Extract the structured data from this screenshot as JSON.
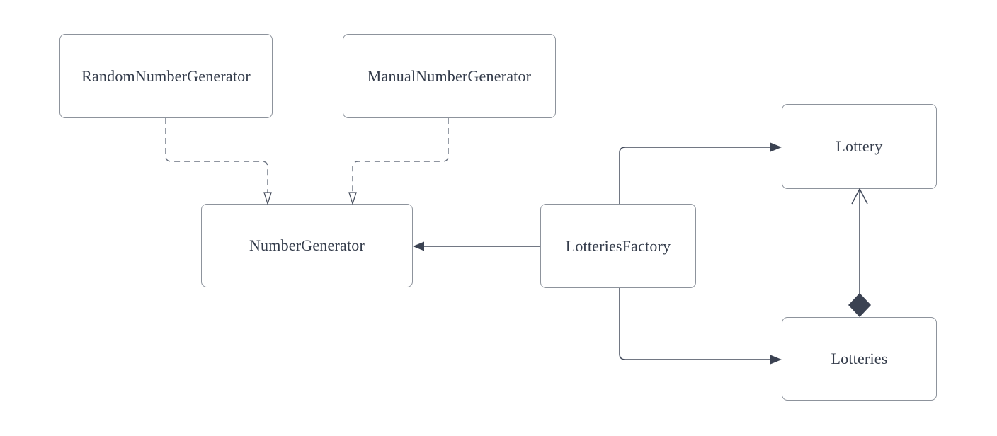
{
  "diagram": {
    "background_color": "#ffffff",
    "colors": {
      "node_fill": "#ffffff",
      "node_border": "#8d939c",
      "node_text": "#343c4b",
      "solid_connector": "#434b5c",
      "dashed_connector": "#6a7280",
      "diamond_fill": "#3b4252"
    },
    "nodes": {
      "random": {
        "label": "RandomNumberGenerator"
      },
      "manual": {
        "label": "ManualNumberGenerator"
      },
      "numgen": {
        "label": "NumberGenerator"
      },
      "factory": {
        "label": "LotteriesFactory"
      },
      "lottery": {
        "label": "Lottery"
      },
      "lotteries": {
        "label": "Lotteries"
      }
    },
    "edges": [
      {
        "from": "RandomNumberGenerator",
        "to": "NumberGenerator",
        "style": "dashed",
        "arrowhead": "hollow-triangle",
        "relation": "realization"
      },
      {
        "from": "ManualNumberGenerator",
        "to": "NumberGenerator",
        "style": "dashed",
        "arrowhead": "hollow-triangle",
        "relation": "realization"
      },
      {
        "from": "LotteriesFactory",
        "to": "NumberGenerator",
        "style": "solid",
        "arrowhead": "filled-triangle",
        "relation": "directed-association"
      },
      {
        "from": "LotteriesFactory",
        "to": "Lottery",
        "style": "solid",
        "arrowhead": "filled-triangle",
        "relation": "directed-association"
      },
      {
        "from": "LotteriesFactory",
        "to": "Lotteries",
        "style": "solid",
        "arrowhead": "filled-triangle",
        "relation": "directed-association"
      },
      {
        "from": "Lotteries",
        "to": "Lottery",
        "style": "solid",
        "arrowhead": "open-arrow",
        "tail": "filled-diamond",
        "relation": "composition"
      }
    ]
  }
}
